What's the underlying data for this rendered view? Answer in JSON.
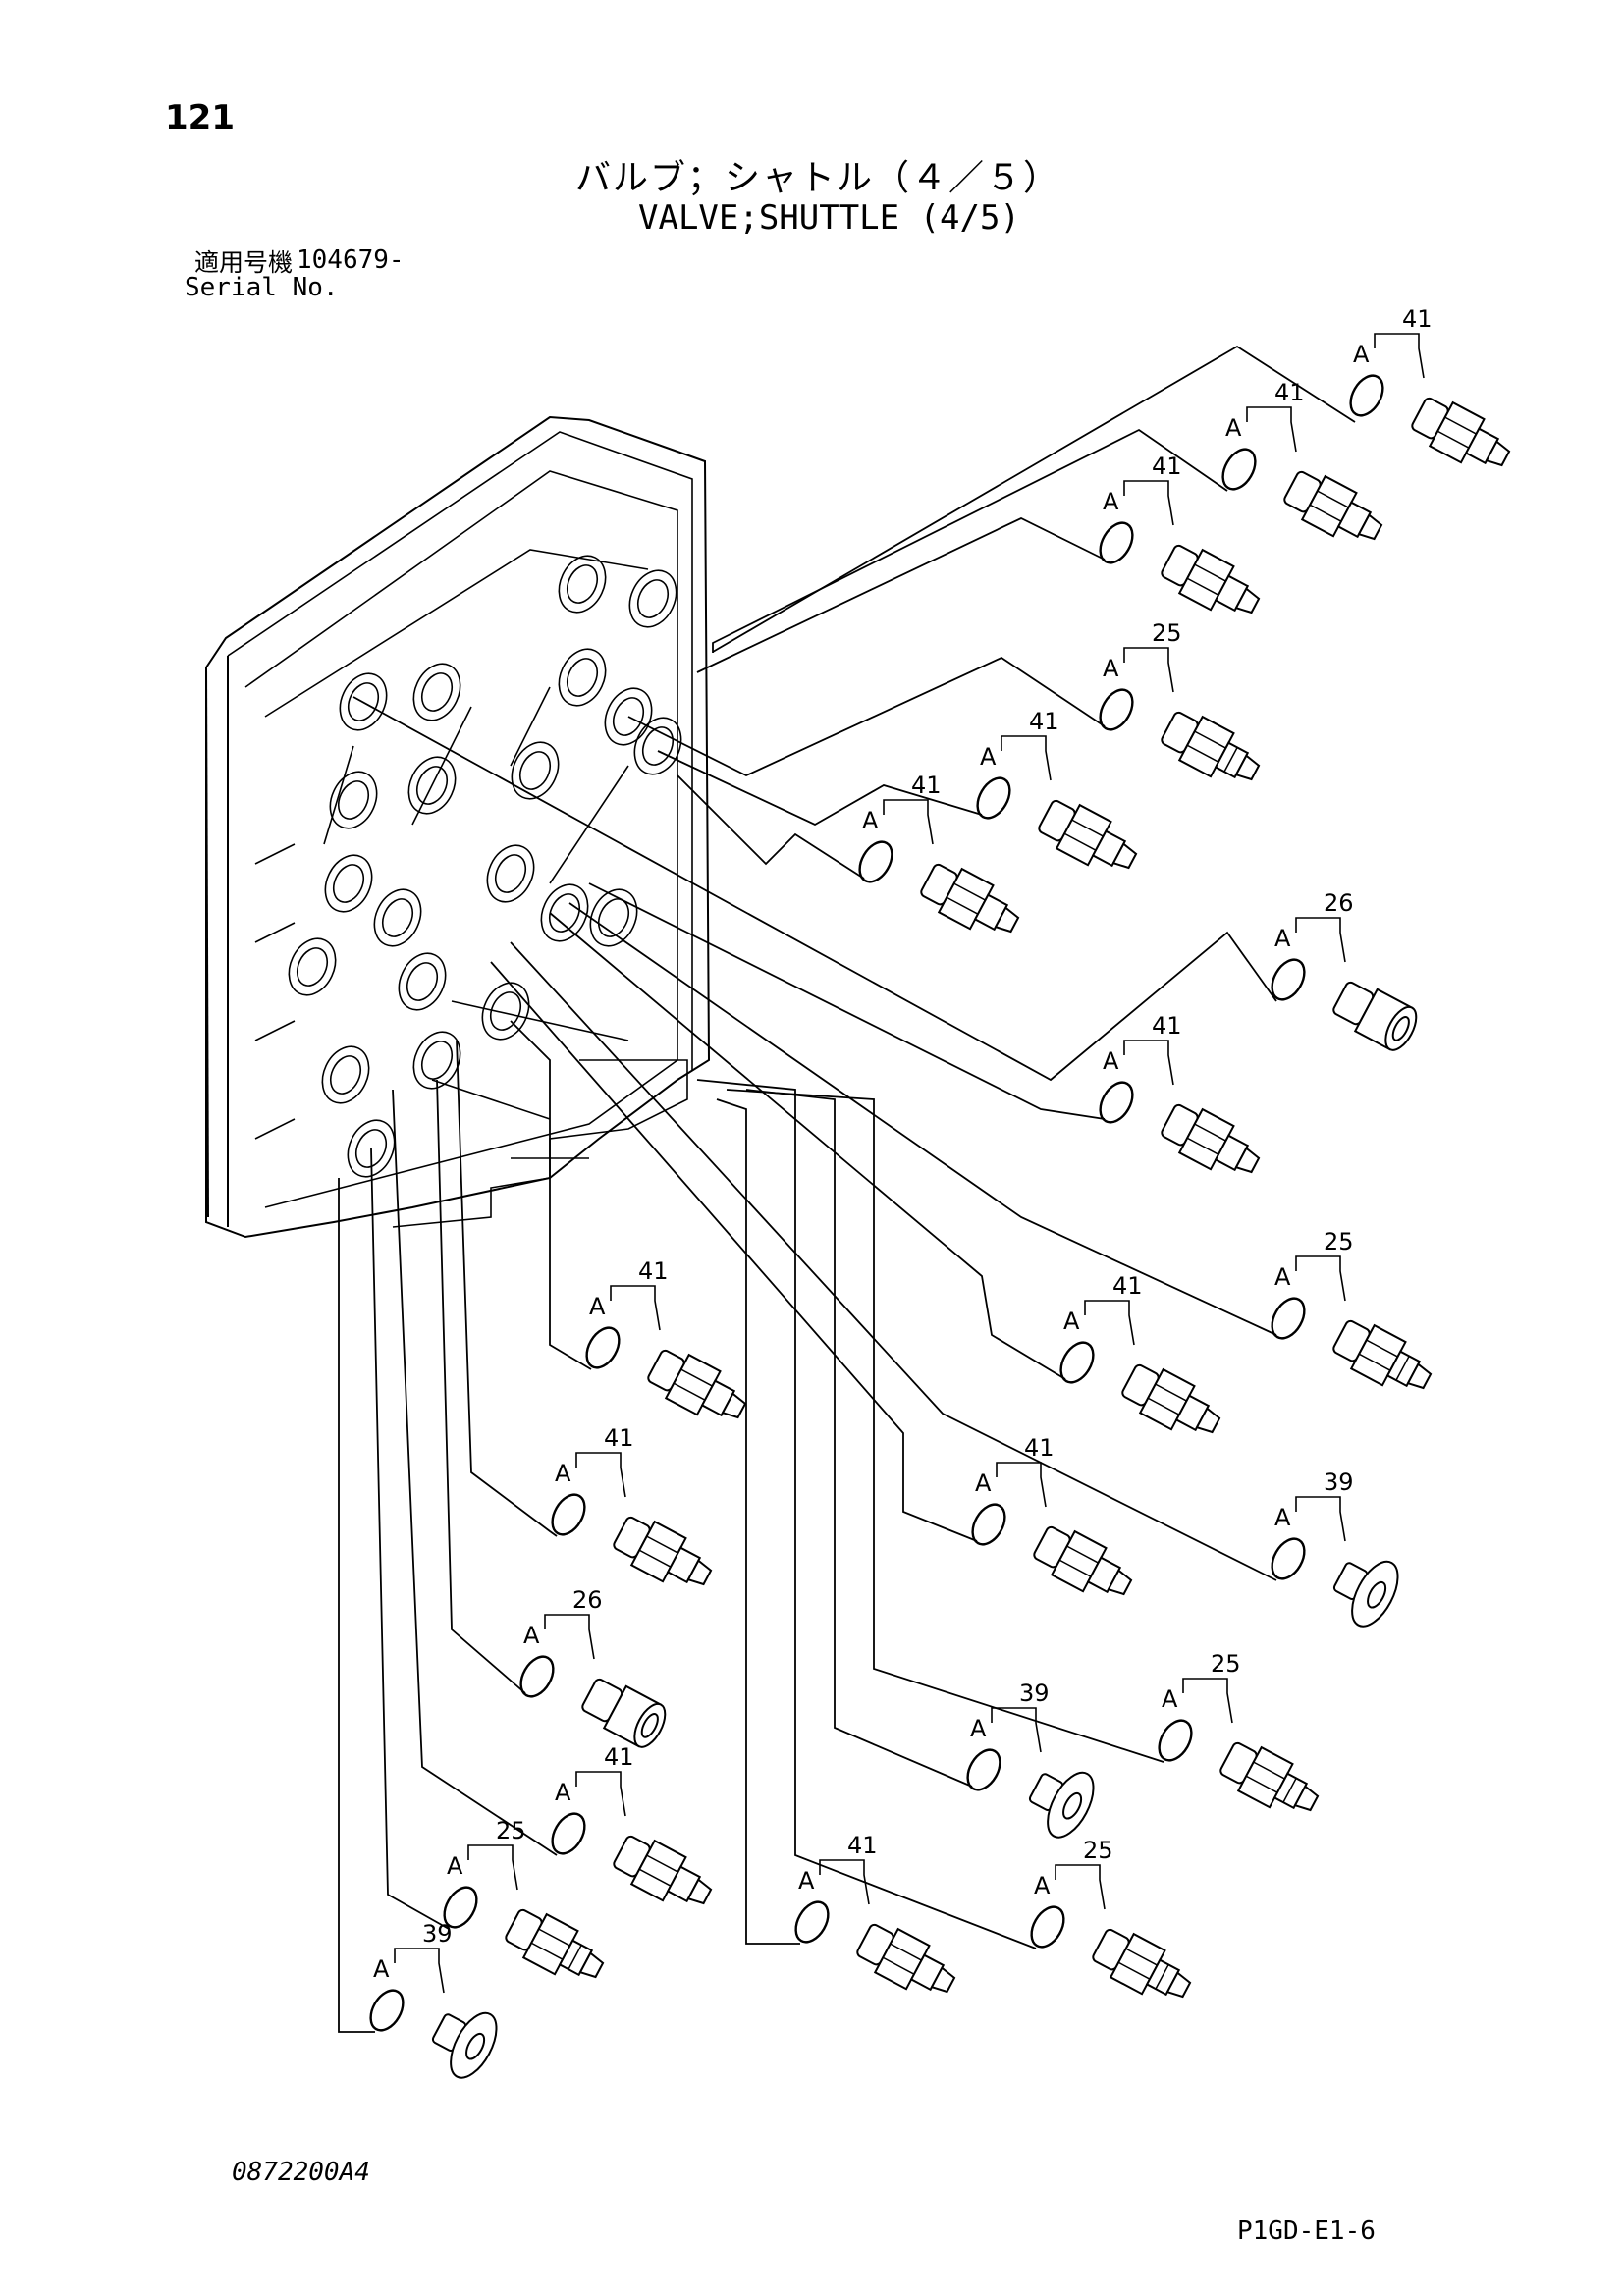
{
  "header": {
    "page_number": "121",
    "title_ja": "バルブ；シャトル（４／５）",
    "title_en": "VALVE;SHUTTLE (4/5)",
    "serial_label_ja": "適用号機",
    "serial_value": "104679-",
    "serial_label_en": "Serial No."
  },
  "footer": {
    "drawing_code": "0872200A4",
    "page_code": "P1GD-E1-6"
  },
  "callouts": [
    {
      "id": "c1",
      "part": "41",
      "oring": "A"
    },
    {
      "id": "c2",
      "part": "41",
      "oring": "A"
    },
    {
      "id": "c3",
      "part": "41",
      "oring": "A"
    },
    {
      "id": "c4",
      "part": "25",
      "oring": "A"
    },
    {
      "id": "c5",
      "part": "41",
      "oring": "A"
    },
    {
      "id": "c6",
      "part": "41",
      "oring": "A"
    },
    {
      "id": "c7",
      "part": "26",
      "oring": "A"
    },
    {
      "id": "c8",
      "part": "41",
      "oring": "A"
    },
    {
      "id": "c9",
      "part": "25",
      "oring": "A"
    },
    {
      "id": "c10",
      "part": "41",
      "oring": "A"
    },
    {
      "id": "c11",
      "part": "39",
      "oring": "A"
    },
    {
      "id": "c12",
      "part": "41",
      "oring": "A"
    },
    {
      "id": "c13",
      "part": "41",
      "oring": "A"
    },
    {
      "id": "c14",
      "part": "41",
      "oring": "A"
    },
    {
      "id": "c15",
      "part": "26",
      "oring": "A"
    },
    {
      "id": "c16",
      "part": "39",
      "oring": "A"
    },
    {
      "id": "c17",
      "part": "25",
      "oring": "A"
    },
    {
      "id": "c18",
      "part": "41",
      "oring": "A"
    },
    {
      "id": "c19",
      "part": "25",
      "oring": "A"
    },
    {
      "id": "c20",
      "part": "41",
      "oring": "A"
    },
    {
      "id": "c21",
      "part": "25",
      "oring": "A"
    },
    {
      "id": "c22",
      "part": "39",
      "oring": "A"
    }
  ]
}
